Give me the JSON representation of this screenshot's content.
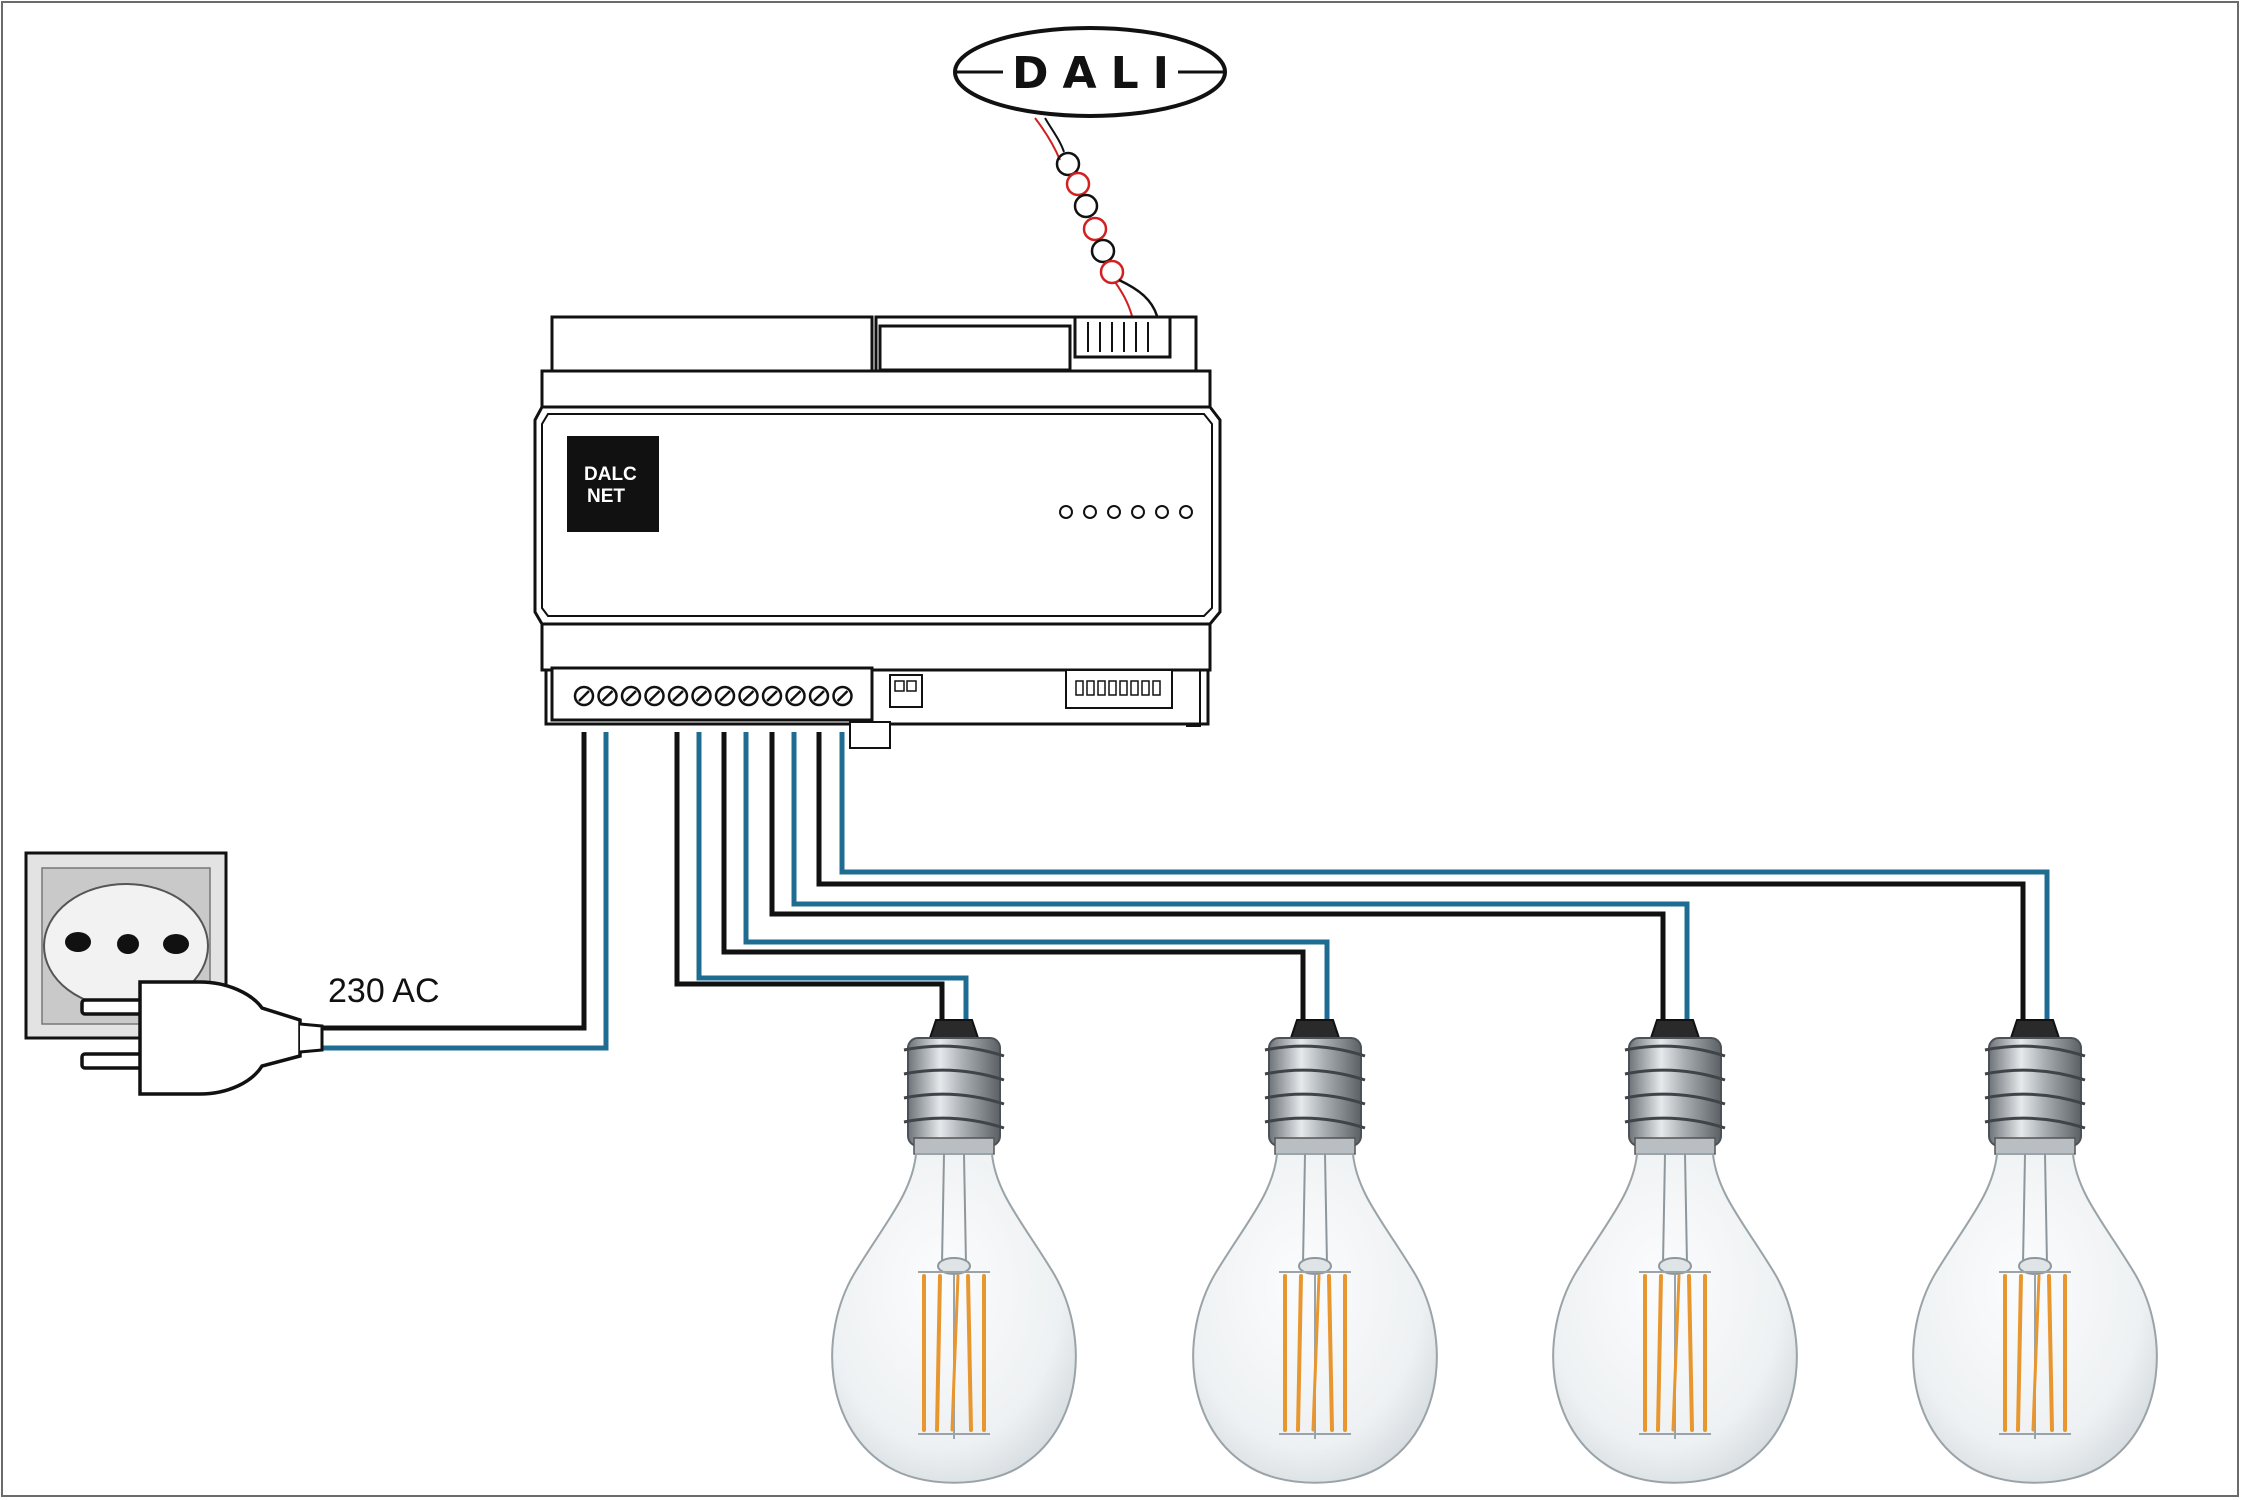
{
  "diagram": {
    "supply_label": "230 AC",
    "bus_logo_text": "DALI",
    "controller_brand": {
      "line1": "DALC",
      "line2": "NET"
    },
    "lamp_count": 4,
    "terminal_count": 12,
    "indicator_led_count": 6,
    "colors": {
      "outline": "#111111",
      "wire_line": "#111111",
      "wire_neutral": "#1f6c93",
      "dali_wire_red": "#d22020",
      "filament": "#e8962e",
      "glass": "#e9edef",
      "socket_plate": "#cfcfcf"
    }
  }
}
